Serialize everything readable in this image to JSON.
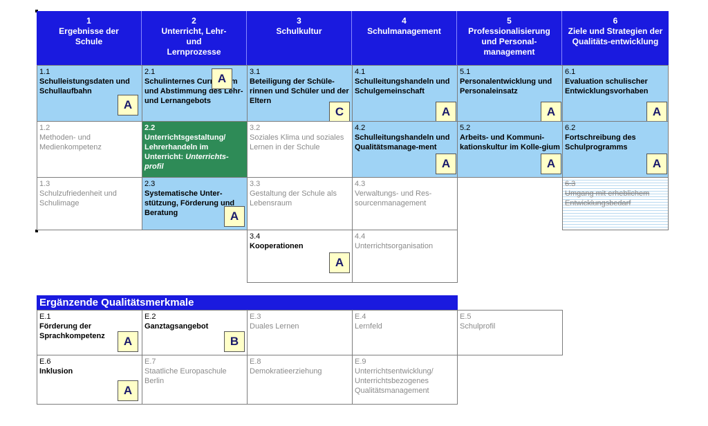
{
  "header": [
    {
      "num": "1",
      "label": "Ergebnisse der Schule"
    },
    {
      "num": "2",
      "label": "Unterricht, Lehr- und Lernprozesse"
    },
    {
      "num": "3",
      "label": "Schulkultur"
    },
    {
      "num": "4",
      "label": "Schulmanagement"
    },
    {
      "num": "5",
      "label": "Professionalisierung und Personal-management"
    },
    {
      "num": "6",
      "label": "Ziele und Strategien der Qualitäts-entwicklung"
    }
  ],
  "cells": {
    "c11": {
      "num": "1.1",
      "title": "Schulleistungsdaten und Schullaufbahn",
      "badge": "A"
    },
    "c21": {
      "num": "2.1",
      "title": "Schulinternes Curriculum und Abstimmung des Lehr- und Lernangebots",
      "badge": "A"
    },
    "c31": {
      "num": "3.1",
      "title": "Beteiligung der Schüle-rinnen und Schüler und der Eltern",
      "badge": "C"
    },
    "c41": {
      "num": "4.1",
      "title": "Schulleitungshandeln und Schulgemeinschaft",
      "badge": "A"
    },
    "c51": {
      "num": "5.1",
      "title": "Personalentwicklung und Personaleinsatz",
      "badge": "A"
    },
    "c61": {
      "num": "6.1",
      "title": "Evaluation schulischer Entwicklungsvorhaben",
      "badge": "A"
    },
    "c12": {
      "num": "1.2",
      "title": "Methoden- und Medienkompetenz"
    },
    "c22": {
      "num": "2.2",
      "title": "Unterrichtsgestaltung/ Lehrerhandeln im Unterricht:",
      "title_italic": "Unterrichts-profil"
    },
    "c32": {
      "num": "3.2",
      "title": "Soziales Klima und soziales Lernen in der Schule"
    },
    "c42": {
      "num": "4.2",
      "title": "Schulleitungshandeln und Qualitätsmanage-ment",
      "badge": "A"
    },
    "c52": {
      "num": "5.2",
      "title": "Arbeits- und Kommuni-kationskultur im Kolle-gium",
      "badge": "A"
    },
    "c62": {
      "num": "6.2",
      "title": "Fortschreibung des Schulprogramms",
      "badge": "A"
    },
    "c13": {
      "num": "1.3",
      "title": "Schulzufriedenheit und Schulimage"
    },
    "c23": {
      "num": "2.3",
      "title": "Systematische Unter-stützung, Förderung und Beratung",
      "badge": "A"
    },
    "c33": {
      "num": "3.3",
      "title": "Gestaltung der Schule als Lebensraum"
    },
    "c43": {
      "num": "4.3",
      "title": "Verwaltungs- und Res-sourcenmanagement"
    },
    "c63": {
      "num": "6.3",
      "title": "Umgang mit erheblichem Entwicklungsbedarf"
    },
    "c34": {
      "num": "3.4",
      "title": "Kooperationen",
      "badge": "A"
    },
    "c44": {
      "num": "4.4",
      "title": "Unterrichtsorganisation"
    }
  },
  "supplementary": {
    "title": "Ergänzende Qualitätsmerkmale",
    "e1": {
      "num": "E.1",
      "title": "Förderung der Sprachkompetenz",
      "badge": "A"
    },
    "e2": {
      "num": "E.2",
      "title": "Ganztagsangebot",
      "badge": "B"
    },
    "e3": {
      "num": "E.3",
      "title": "Duales Lernen"
    },
    "e4": {
      "num": "E.4",
      "title": "Lernfeld"
    },
    "e5": {
      "num": "E.5",
      "title": "Schulprofil"
    },
    "e6": {
      "num": "E.6",
      "title": "Inklusion",
      "badge": "A"
    },
    "e7": {
      "num": "E.7",
      "title": "Staatliche Europaschule Berlin"
    },
    "e8": {
      "num": "E.8",
      "title": "Demokratieerziehung"
    },
    "e9": {
      "num": "E.9",
      "title": "Unterrichtsentwicklung/ Unterrichtsbezogenes Qualitätsmanagement"
    }
  },
  "colors": {
    "header_blue": "#1a1adf",
    "highlight_blue": "#9fd3f5",
    "highlight_green": "#2e8b57",
    "badge_yellow": "#ffffc8"
  }
}
